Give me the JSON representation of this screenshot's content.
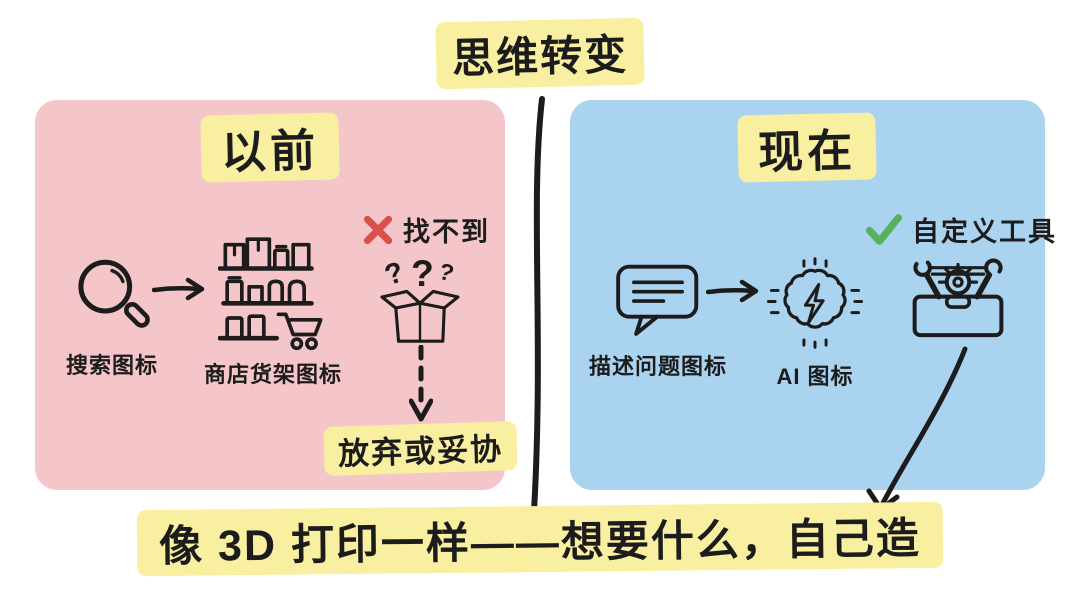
{
  "colors": {
    "panel_pink": "#F5C6C9",
    "panel_blue": "#A9D3EF",
    "highlight_yellow": "#F9EFA0",
    "error_red": "#D9504B",
    "success_green": "#57B25C",
    "ink": "#1C1C1C",
    "background": "#FFFFFF"
  },
  "header": {
    "title": "思维转变"
  },
  "before_panel": {
    "title": "以前",
    "steps": [
      {
        "icon": "search-icon",
        "label": "搜索图标"
      },
      {
        "icon": "store-shelf-icon",
        "label": "商店货架图标"
      }
    ],
    "fail": {
      "mark_icon": "x-mark-icon",
      "text": "找不到",
      "icon": "empty-box-question-icon",
      "outcome": "放弃或妥协"
    }
  },
  "now_panel": {
    "title": "现在",
    "steps": [
      {
        "icon": "speech-bubble-icon",
        "label": "描述问题图标"
      },
      {
        "icon": "ai-brain-icon",
        "label": "AI 图标"
      }
    ],
    "success": {
      "mark_icon": "check-icon",
      "text": "自定义工具",
      "icon": "toolbox-icon"
    }
  },
  "footer": {
    "caption": "像 3D 打印一样——想要什么，自己造"
  }
}
